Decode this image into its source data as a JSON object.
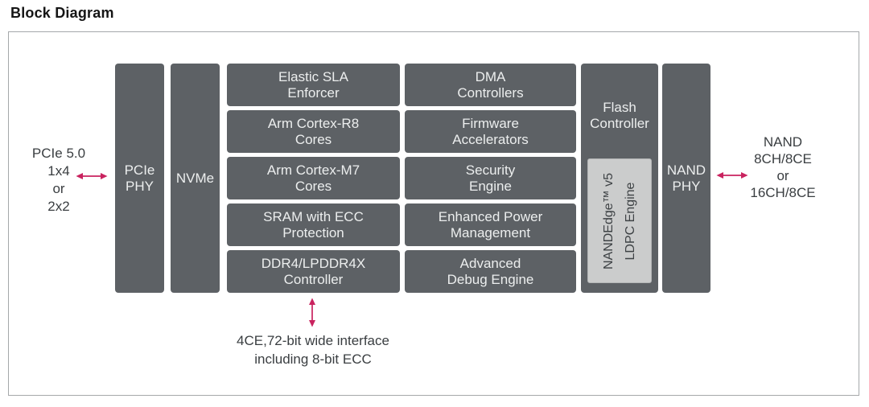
{
  "title": "Block Diagram",
  "diagram": {
    "pcie_phy": "PCIe\nPHY",
    "nvme": "NVMe",
    "flash_controller": "Flash\nController",
    "nand_phy": "NAND\nPHY",
    "ldpc_engine": {
      "line1": "NANDEdge™ v5",
      "line2": "LDPC Engine"
    },
    "cpu_column": [
      "Elastic SLA\nEnforcer",
      "Arm Cortex-R8\nCores",
      "Arm Cortex-M7\nCores",
      "SRAM with ECC\nProtection",
      "DDR4/LPDDR4X\nController"
    ],
    "engine_column": [
      "DMA\nControllers",
      "Firmware\nAccelerators",
      "Security\nEngine",
      "Enhanced Power\nManagement",
      "Advanced\nDebug Engine"
    ],
    "host_interface_label": "PCIe 5.0\n1x4\nor\n2x2",
    "nand_interface_label": "NAND\n8CH/8CE\nor\n16CH/8CE",
    "dram_interface_label": "4CE,72-bit wide interface\nincluding 8-bit ECC"
  },
  "colors": {
    "block_fill": "#5d6165",
    "block_text": "#eceeee",
    "inner_fill": "#cbcccc",
    "inner_text": "#3e4245",
    "label_text": "#3a3e41",
    "arrow": "#c9235f",
    "frame_border": "#a5a8aa"
  }
}
